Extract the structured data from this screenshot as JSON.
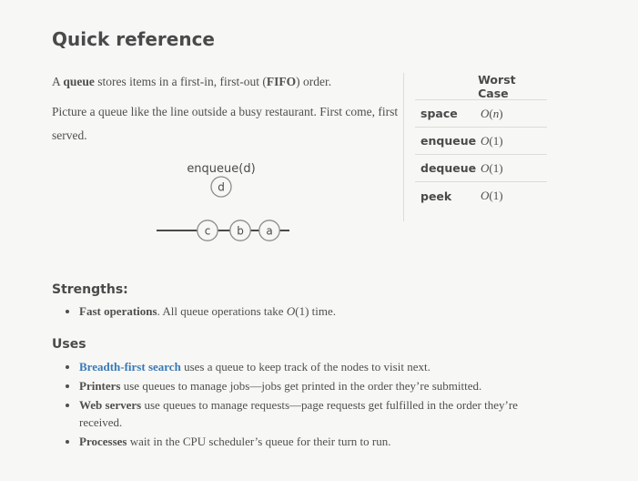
{
  "page": {
    "title": "Quick reference"
  },
  "colors": {
    "background": "#f7f7f5",
    "heading_text": "#4a4a4a",
    "body_text": "#4f4f4f",
    "link_blue": "#3879b5",
    "divider": "#dcdcdc",
    "circle_stroke": "#8c8c8c",
    "queue_line": "#4a4a4a"
  },
  "intro": {
    "p1": [
      {
        "t": "A "
      },
      {
        "t": "queue",
        "s": "bold"
      },
      {
        "t": " stores items in a first-in, first-out ("
      },
      {
        "t": "FIFO",
        "s": "bold"
      },
      {
        "t": ") order."
      }
    ],
    "p2": [
      {
        "t": "Picture a queue like the line outside a busy restaurant. First come, first served."
      }
    ]
  },
  "diagram": {
    "operation_label": "enqueue(d)",
    "incoming_item": "d",
    "queue_items": [
      "c",
      "b",
      "a"
    ]
  },
  "complexity_table": {
    "value_header": "Worst Case",
    "rows": [
      {
        "op": "space",
        "value": [
          {
            "t": "O",
            "s": "italic"
          },
          {
            "t": "("
          },
          {
            "t": "n",
            "s": "italic"
          },
          {
            "t": ")"
          }
        ]
      },
      {
        "op": "enqueue",
        "value": [
          {
            "t": "O",
            "s": "italic"
          },
          {
            "t": "(1)"
          }
        ]
      },
      {
        "op": "dequeue",
        "value": [
          {
            "t": "O",
            "s": "italic"
          },
          {
            "t": "(1)"
          }
        ]
      },
      {
        "op": "peek",
        "value": [
          {
            "t": "O",
            "s": "italic"
          },
          {
            "t": "(1)"
          }
        ]
      }
    ]
  },
  "strengths": {
    "heading": "Strengths:",
    "items": [
      [
        {
          "t": "Fast operations",
          "s": "bold"
        },
        {
          "t": ". All queue operations take "
        },
        {
          "t": "O",
          "s": "italic"
        },
        {
          "t": "(1) time."
        }
      ]
    ]
  },
  "uses": {
    "heading": "Uses",
    "items": [
      [
        {
          "t": "Breadth-first search",
          "s": "link",
          "name": "breadth-first-search-link"
        },
        {
          "t": " uses a queue to keep track of the nodes to visit next."
        }
      ],
      [
        {
          "t": "Printers",
          "s": "bold"
        },
        {
          "t": " use queues to manage jobs—jobs get printed in the order they’re submitted."
        }
      ],
      [
        {
          "t": "Web servers",
          "s": "bold"
        },
        {
          "t": " use queues to manage requests—page requests get fulfilled in the order they’re received."
        }
      ],
      [
        {
          "t": "Processes",
          "s": "bold"
        },
        {
          "t": " wait in the CPU scheduler’s queue for their turn to run."
        }
      ]
    ]
  }
}
